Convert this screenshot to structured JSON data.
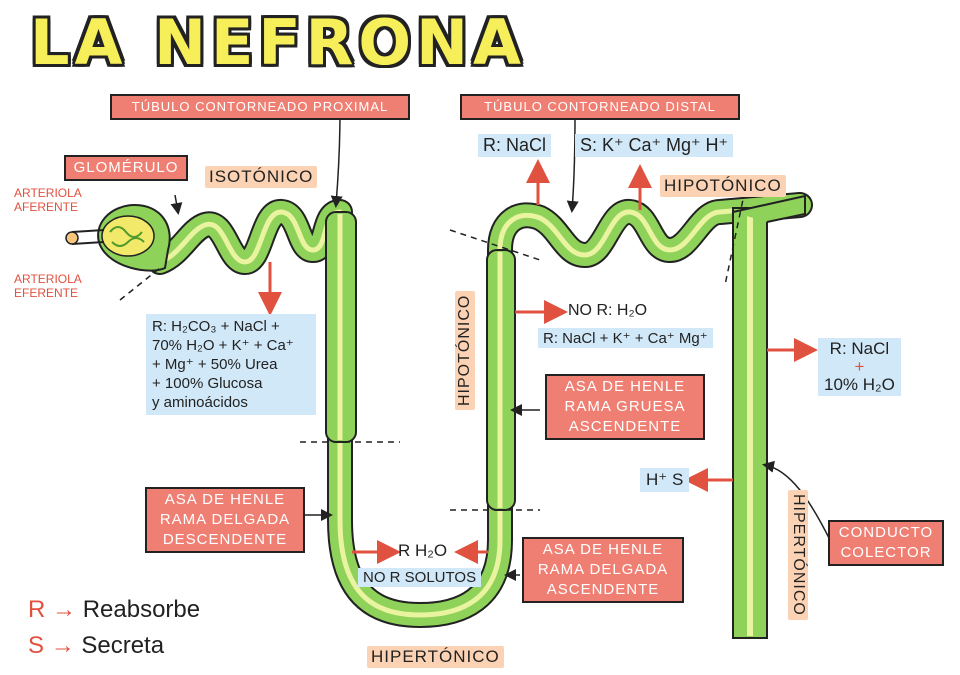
{
  "title": "LA NEFRONA",
  "labels": {
    "proximal": "TÚBULO CONTORNEADO PROXIMAL",
    "distal": "TÚBULO CONTORNEADO DISTAL",
    "glomerulo": "GLOMÉRULO",
    "arteriola_aferente": [
      "ARTERIOLA",
      "AFERENTE"
    ],
    "arteriola_eferente": [
      "ARTERIOLA",
      "EFERENTE"
    ],
    "isotonico": "ISOTÓNICO",
    "hipotonico_distal": "HIPOTÓNICO",
    "hipotonico_vertical": "HIPOTÓNICO",
    "hipertonico_bottom": "HIPERTÓNICO",
    "hipertonico_vertical": "HIPERTÓNICO",
    "henle_gruesa": [
      "ASA DE HENLE",
      "RAMA GRUESA",
      "ASCENDENTE"
    ],
    "henle_delgada_desc": [
      "ASA DE HENLE",
      "RAMA DELGADA",
      "DESCENDENTE"
    ],
    "henle_delgada_asc": [
      "ASA DE HENLE",
      "RAMA DELGADA",
      "ASCENDENTE"
    ],
    "conducto_colector": [
      "CONDUCTO",
      "COLECTOR"
    ]
  },
  "proximal_reabsorption": [
    "R: H₂CO₃ + NaCl +",
    "70% H₂O + K⁺ + Ca⁺",
    "+ Mg⁺ + 50% Urea",
    "+ 100% Glucosa",
    "y aminoácidos"
  ],
  "distal_reabsorb": "R: NaCl",
  "distal_secrete": "S: K⁺ Ca⁺ Mg⁺ H⁺",
  "gruesa_no_r": "NO R: H₂O",
  "gruesa_r": "R: NaCl + K⁺ + Ca⁺ Mg⁺",
  "colector_r": [
    "R: NaCl",
    "+",
    "10% H₂O"
  ],
  "colector_s": "H⁺ S",
  "bottom_r": "R H₂O",
  "bottom_no_r": "NO R SOLUTOS",
  "legend": [
    {
      "key": "R",
      "text": "Reabsorbe"
    },
    {
      "key": "S",
      "text": "Secreta"
    }
  ],
  "colors": {
    "tubule": "#8ed25a",
    "lumen": "#eaf3a0",
    "tag": "#f07f73",
    "arrow": "#e0513f",
    "glomerulus": "#f2e96a"
  }
}
